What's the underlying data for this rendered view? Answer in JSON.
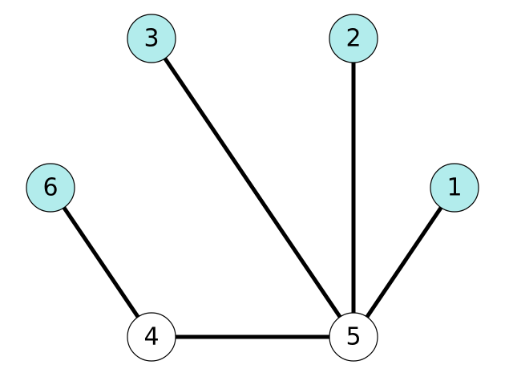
{
  "graph": {
    "colors": {
      "highlighted": "#b2ecec",
      "normal": "#ffffff",
      "edge": "#000000",
      "outline": "#000000"
    },
    "nodes": [
      {
        "id": "1",
        "label": "1",
        "highlighted": true
      },
      {
        "id": "2",
        "label": "2",
        "highlighted": true
      },
      {
        "id": "3",
        "label": "3",
        "highlighted": true
      },
      {
        "id": "4",
        "label": "4",
        "highlighted": false
      },
      {
        "id": "5",
        "label": "5",
        "highlighted": false
      },
      {
        "id": "6",
        "label": "6",
        "highlighted": true
      }
    ],
    "edges": [
      {
        "source": "6",
        "target": "4"
      },
      {
        "source": "4",
        "target": "5"
      },
      {
        "source": "3",
        "target": "5"
      },
      {
        "source": "2",
        "target": "5"
      },
      {
        "source": "1",
        "target": "5"
      }
    ]
  }
}
